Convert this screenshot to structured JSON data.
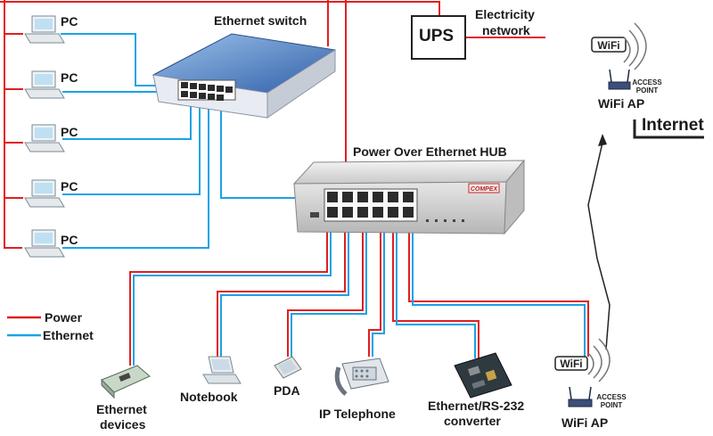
{
  "colors": {
    "power": "#e02020",
    "ethernet": "#1aa3e6",
    "text": "#1a1a1a",
    "switch_blue": "#3b6fb5"
  },
  "pcs": [
    {
      "label": "PC"
    },
    {
      "label": "PC"
    },
    {
      "label": "PC"
    },
    {
      "label": "PC"
    },
    {
      "label": "PC"
    }
  ],
  "switch": {
    "label": "Ethernet switch"
  },
  "ups": {
    "label": "UPS"
  },
  "electricity": {
    "line1": "Electricity",
    "line2": "network"
  },
  "poe_hub": {
    "label": "Power Over Ethernet HUB",
    "brand": "COMPEX"
  },
  "wifi_top": {
    "badge": "WiFi",
    "access_line1": "ACCESS",
    "access_line2": "POINT",
    "label": "WiFi AP"
  },
  "internet": {
    "label": "Internet"
  },
  "legend": {
    "power": "Power",
    "ethernet": "Ethernet"
  },
  "devices": {
    "ethernet_devices": {
      "line1": "Ethernet",
      "line2": "devices"
    },
    "notebook": {
      "label": "Notebook"
    },
    "pda": {
      "label": "PDA"
    },
    "ip_telephone": {
      "label": "IP Telephone"
    },
    "converter": {
      "line1": "Ethernet/RS-232",
      "line2": "converter"
    },
    "wifi_ap": {
      "badge": "WiFi",
      "access_line1": "ACCESS",
      "access_line2": "POINT",
      "label": "WiFi AP"
    }
  }
}
